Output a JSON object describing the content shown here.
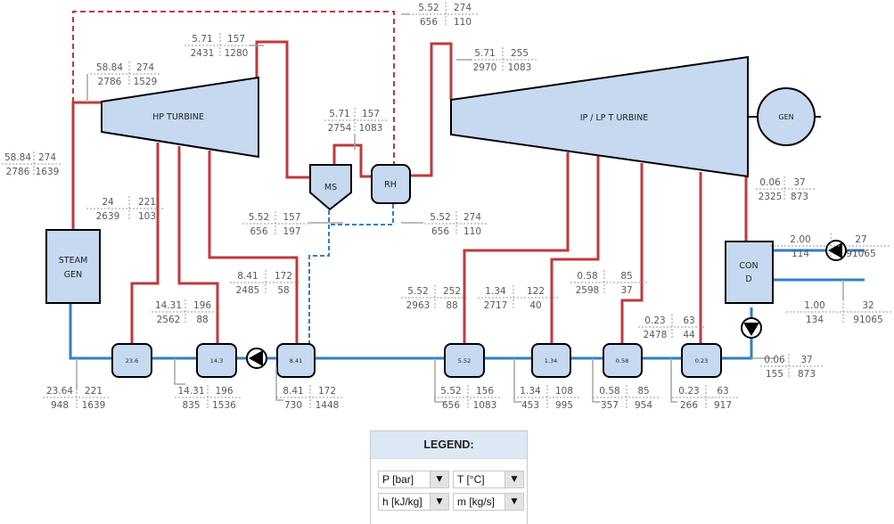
{
  "colors": {
    "steam": "#c0393b",
    "water": "#2e7fc9",
    "component_fill": "#c6d9f0",
    "label_text": "#595959"
  },
  "components": {
    "hp_turbine": "HP TURBINE",
    "ip_lp_turbine": "IP / LP T URBINE",
    "generator": "GEN",
    "steam_gen_line1": "STEAM",
    "steam_gen_line2": "GEN",
    "moisture_separator": "MS",
    "reheater": "RH",
    "condenser_line1": "CON",
    "condenser_line2": "D",
    "fwh_hp1": "23.6",
    "fwh_hp2": "14.3",
    "fwh_deaerator": "8.41",
    "fwh_lp1": "5.52",
    "fwh_lp2": "1.34",
    "fwh_lp3": "0.58",
    "fwh_lp4": "0.23"
  },
  "state_points": {
    "sg_outlet": {
      "P": "58.84",
      "T": "274",
      "h": "2786",
      "m": "1639"
    },
    "hp_inlet": {
      "P": "58.84",
      "T": "274",
      "h": "2786",
      "m": "1529"
    },
    "hp_exhaust": {
      "P": "5.71",
      "T": "157",
      "h": "2431",
      "m": "1280"
    },
    "rh_heating_steam": {
      "P": "5.52",
      "T": "274",
      "h": "656",
      "m": "110"
    },
    "ip_inlet": {
      "P": "5.71",
      "T": "255",
      "h": "2970",
      "m": "1083"
    },
    "ms_outlet": {
      "P": "5.71",
      "T": "157",
      "h": "2754",
      "m": "1083"
    },
    "hp_bleed_1": {
      "P": "24",
      "T": "221",
      "h": "2639",
      "m": "103"
    },
    "ms_drain": {
      "P": "5.52",
      "T": "157",
      "h": "656",
      "m": "197"
    },
    "rh_drain": {
      "P": "5.52",
      "T": "274",
      "h": "656",
      "m": "110"
    },
    "hp_bleed_3": {
      "P": "8.41",
      "T": "172",
      "h": "2485",
      "m": "58"
    },
    "hp_bleed_2": {
      "P": "14.31",
      "T": "196",
      "h": "2562",
      "m": "88"
    },
    "lp_bleed_1": {
      "P": "5.52",
      "T": "252",
      "h": "2963",
      "m": "88"
    },
    "lp_bleed_2": {
      "P": "1.34",
      "T": "122",
      "h": "2717",
      "m": "40"
    },
    "lp_bleed_3": {
      "P": "0.58",
      "T": "85",
      "h": "2598",
      "m": "37"
    },
    "lp_bleed_4": {
      "P": "0.23",
      "T": "63",
      "h": "2478",
      "m": "44"
    },
    "lp_exhaust": {
      "P": "0.06",
      "T": "37",
      "h": "2325",
      "m": "873"
    },
    "cw_inlet": {
      "P": "2.00",
      "T": "27",
      "h": "114",
      "m": "91065"
    },
    "cw_outlet": {
      "P": "1.00",
      "T": "32",
      "h": "134",
      "m": "91065"
    },
    "condensate": {
      "P": "0.06",
      "T": "37",
      "h": "155",
      "m": "873"
    },
    "fw_sg_inlet": {
      "P": "23.64",
      "T": "221",
      "h": "948",
      "m": "1639"
    },
    "fw_after_hp2": {
      "P": "14.31",
      "T": "196",
      "h": "835",
      "m": "1536"
    },
    "fw_after_dea": {
      "P": "8.41",
      "T": "172",
      "h": "730",
      "m": "1448"
    },
    "fw_after_lp1": {
      "P": "5.52",
      "T": "156",
      "h": "656",
      "m": "1083"
    },
    "fw_after_lp2": {
      "P": "1.34",
      "T": "108",
      "h": "453",
      "m": "995"
    },
    "fw_after_lp3": {
      "P": "0.58",
      "T": "85",
      "h": "357",
      "m": "954"
    },
    "fw_after_lp4": {
      "P": "0.23",
      "T": "63",
      "h": "266",
      "m": "917"
    }
  },
  "legend": {
    "title": "LEGEND:",
    "top_left": "P [bar]",
    "top_right": "T [°C]",
    "bottom_left": "h [kJ/kg]",
    "bottom_right": "m [kg/s]",
    "dropdown_icon": "triangle-down"
  }
}
